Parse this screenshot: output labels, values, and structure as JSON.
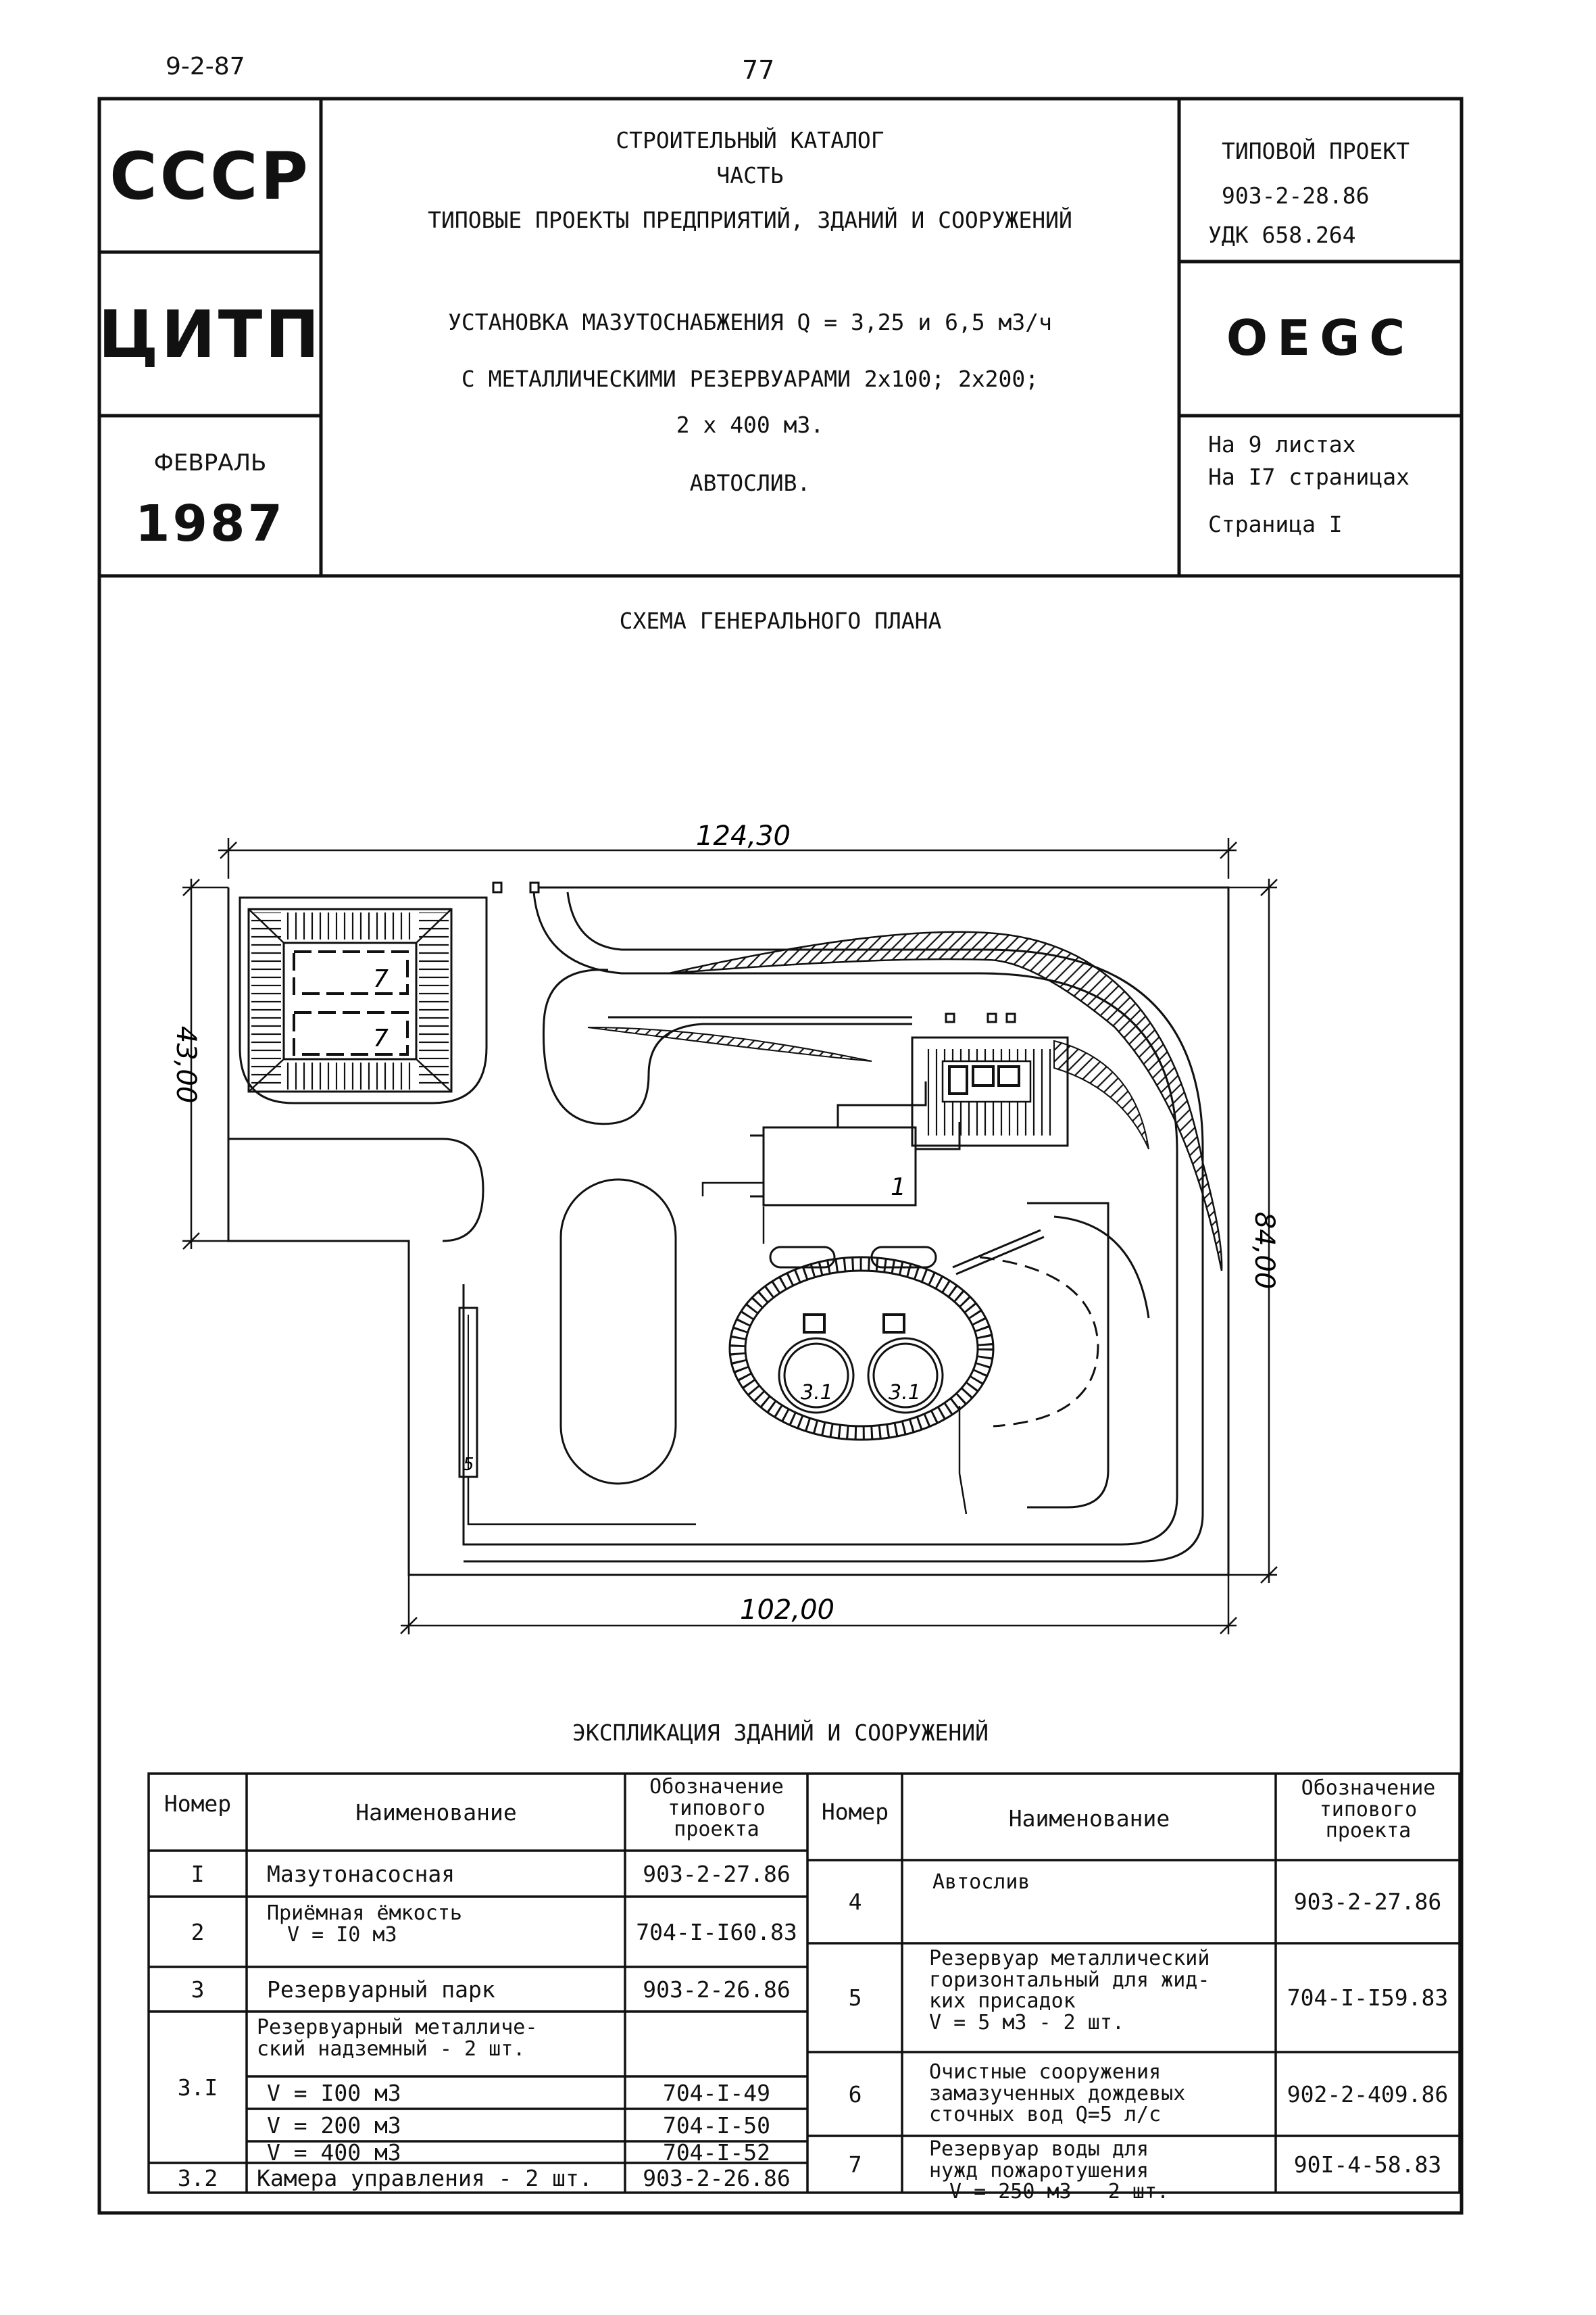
{
  "page": {
    "code": "9-2-87",
    "number": "77"
  },
  "header": {
    "org1": "СССР",
    "org2": "ЦИТП",
    "month": "ФЕВРАЛЬ",
    "year": "1987",
    "catalog_line1": "СТРОИТЕЛЬНЫЙ КАТАЛОГ",
    "catalog_line2": "ЧАСТЬ",
    "catalog_line3": "ТИПОВЫЕ ПРОЕКТЫ ПРЕДПРИЯТИЙ, ЗДАНИЙ И СООРУЖЕНИЙ",
    "project_label": "ТИПОВОЙ ПРОЕКТ",
    "project_code": "903-2-28.86",
    "udk": "УДК 658.264",
    "title_line1": "УСТАНОВКА МАЗУТОСНАБЖЕНИЯ Q = 3,25 и 6,5 м3/ч",
    "title_line2": "С МЕТАЛЛИЧЕСКИМИ РЕЗЕРВУАРАМИ 2х100; 2х200;",
    "title_line3": "2 х 400 м3.",
    "title_line4": "АВТОСЛИВ.",
    "code_big": "OEGC",
    "sheets": "На  9  листах",
    "pages": "На  I7  страницах",
    "page_label": "Страница  I"
  },
  "plan": {
    "title": "СХЕМА ГЕНЕРАЛЬНОГО ПЛАНА",
    "dim_top": "124,30",
    "dim_bottom": "102,00",
    "dim_left": "43,00",
    "dim_right": "84,00",
    "labels": {
      "l1": "1",
      "l31a": "3.1",
      "l31b": "3.1",
      "l5": "5",
      "l7a": "7",
      "l7b": "7"
    }
  },
  "explication": {
    "title": "ЭКСПЛИКАЦИЯ ЗДАНИЙ И СООРУЖЕНИЙ",
    "headers": {
      "number": "Номер",
      "name": "Наименование",
      "designation_1": "Обозначение",
      "designation_2": "типового",
      "designation_3": "проекта"
    },
    "left": {
      "r1": {
        "num": "I",
        "name": "Мазутонасосная",
        "code": "903-2-27.86"
      },
      "r2": {
        "num": "2",
        "name1": "Приёмная ёмкость",
        "name2": "V = I0 м3",
        "code": "704-I-I60.83"
      },
      "r3": {
        "num": "3",
        "name": "Резервуарный парк",
        "code": "903-2-26.86"
      },
      "r31": {
        "num": "3.I",
        "name1": "Резервуарный металличе-",
        "name2": "ский надземный  - 2 шт.",
        "v1": "V = I00 м3",
        "c1": "704-I-49",
        "v2": "V = 200 м3",
        "c2": "704-I-50",
        "v3": "V = 400 м3",
        "c3": "704-I-52"
      },
      "r32": {
        "num": "3.2",
        "name": "Камера управления - 2 шт.",
        "code": "903-2-26.86"
      }
    },
    "right": {
      "r4": {
        "num": "4",
        "name": "Автослив",
        "code": "903-2-27.86"
      },
      "r5": {
        "num": "5",
        "name1": "Резервуар металлический",
        "name2": "горизонтальный для жид-",
        "name3": "ких присадок",
        "name4": "V = 5 м3 - 2 шт.",
        "code": "704-I-I59.83"
      },
      "r6": {
        "num": "6",
        "name1": "Очистные сооружения",
        "name2": "замазученных дождевых",
        "name3": "сточных вод Q=5 л/с",
        "code": "902-2-409.86"
      },
      "r7": {
        "num": "7",
        "name1": "Резервуар воды для",
        "name2": "нужд пожаротушения",
        "name3": "V = 250 м3 - 2 шт.",
        "code": "90I-4-58.83"
      }
    }
  }
}
